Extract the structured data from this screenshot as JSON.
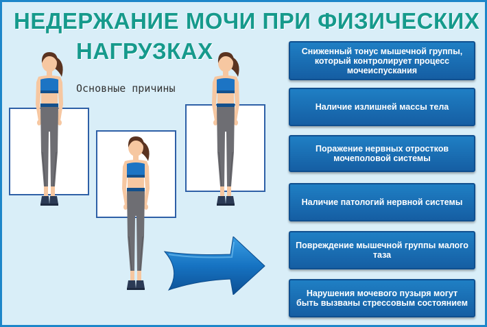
{
  "title": {
    "line1": "НЕДЕРЖАНИЕ МОЧИ ПРИ ФИЗИЧЕСКИХ",
    "line2": "НАГРУЗКАХ"
  },
  "subtitle": "Основные причины",
  "causes": [
    {
      "text": "Сниженный тонус мышечной группы, который контролирует процесс мочеиспускания"
    },
    {
      "text": "Наличие излишней массы тела"
    },
    {
      "text": "Поражение нервных отростков мочеполовой системы"
    },
    {
      "text": "Наличие патологий нервной системы"
    },
    {
      "text": "Повреждение мышечной группы малого таза"
    },
    {
      "text": "Нарушения мочевого пузыря могут быть вызваны стрессовым состоянием"
    }
  ],
  "colors": {
    "title": "#169a8c",
    "box": "#1f7fc4",
    "background": "#d9eef8",
    "top": "#1c74c4",
    "pants": "#6e6e73",
    "skin": "#f6c7a1",
    "hair": "#5a3320"
  }
}
